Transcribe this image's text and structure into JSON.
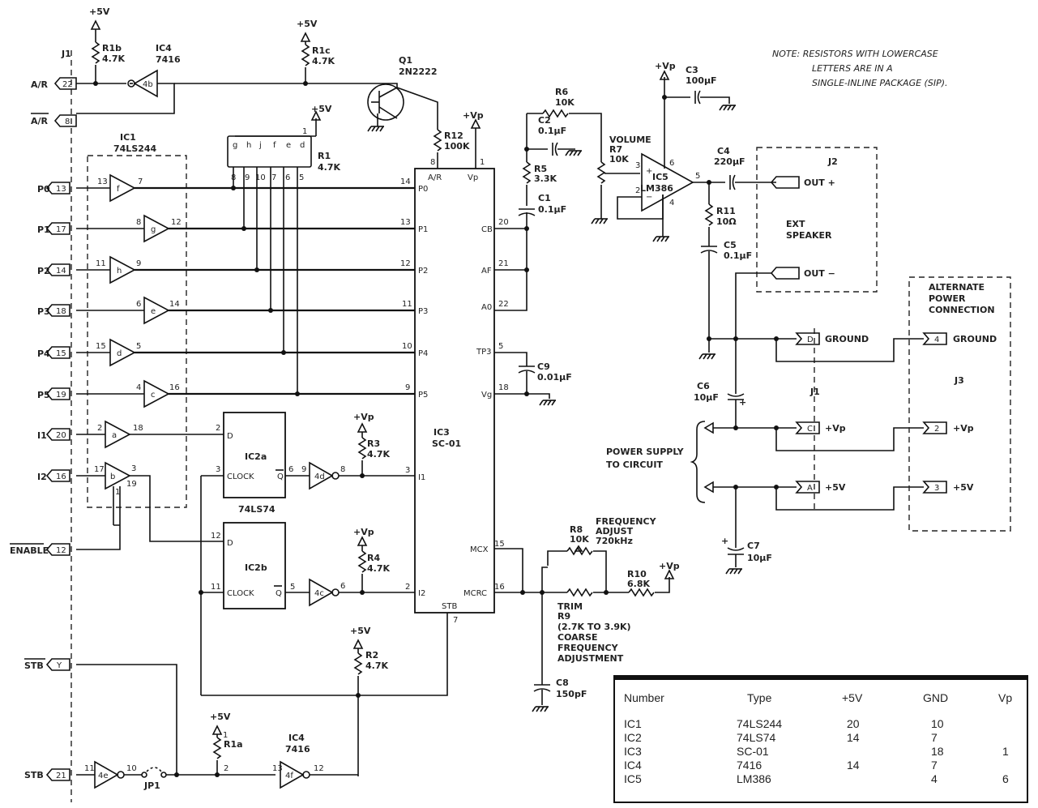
{
  "note": [
    "NOTE: RESISTORS WITH LOWERCASE",
    "LETTERS ARE IN A",
    "SINGLE-INLINE PACKAGE (SIP)."
  ],
  "connectors": {
    "j1": "J1",
    "ar": "A/R",
    "ar_bar": "A/R",
    "p0": "P0",
    "p1": "P1",
    "p2": "P2",
    "p3": "P3",
    "p4": "P4",
    "p5": "P5",
    "i1": "I1",
    "i2": "I2",
    "enable": "ENABLE",
    "stb_bar": "STB",
    "stb": "STB",
    "pins": [
      "22",
      "8",
      "13",
      "17",
      "14",
      "18",
      "15",
      "19",
      "20",
      "16",
      "12",
      "Y",
      "21"
    ]
  },
  "ic1": {
    "name": "IC1",
    "part": "74LS244",
    "gates": [
      "f",
      "g",
      "h",
      "e",
      "d",
      "c",
      "a",
      "b"
    ]
  },
  "ic2": {
    "a": "IC2a",
    "b": "IC2b",
    "part": "74LS74",
    "d": "D",
    "clock": "CLOCK",
    "q": "Q"
  },
  "ic3": {
    "name": "IC3",
    "part": "SC-01",
    "left_pins": [
      "P0",
      "P1",
      "P2",
      "P3",
      "P4",
      "P5",
      "I1",
      "I2"
    ],
    "right_pins": [
      "CB",
      "AF",
      "A0",
      "TP3",
      "Vg",
      "MCX",
      "MCRC"
    ],
    "top_pins": [
      "A/R",
      "Vp"
    ],
    "bottom_pin": "STB"
  },
  "ic4": {
    "name": "IC4",
    "part": "7416"
  },
  "ic5": {
    "name": "IC5",
    "part": "LM386"
  },
  "q1": {
    "name": "Q1",
    "part": "2N2222"
  },
  "resistors": {
    "r1b": [
      "R1b",
      "4.7K"
    ],
    "r1c": [
      "R1c",
      "4.7K"
    ],
    "r1": [
      "R1",
      "4.7K"
    ],
    "r12": [
      "R12",
      "100K"
    ],
    "r6": [
      "R6",
      "10K"
    ],
    "r5": [
      "R5",
      "3.3K"
    ],
    "r7": [
      "R7",
      "10K"
    ],
    "r11": [
      "R11",
      "10Ω"
    ],
    "r3": [
      "R3",
      "4.7K"
    ],
    "r4": [
      "R4",
      "4.7K"
    ],
    "r2": [
      "R2",
      "4.7K"
    ],
    "r1a": [
      "R1a"
    ],
    "r8": [
      "R8",
      "10K"
    ],
    "r10": [
      "R10",
      "6.8K"
    ]
  },
  "capacitors": {
    "c1": [
      "C1",
      "0.1µF"
    ],
    "c2": [
      "C2",
      "0.1µF"
    ],
    "c3": [
      "C3",
      "100µF"
    ],
    "c4": [
      "C4",
      "220µF"
    ],
    "c5": [
      "C5",
      "0.1µF"
    ],
    "c6": [
      "C6",
      "10µF"
    ],
    "c7": [
      "C7",
      "10µF"
    ],
    "c8": [
      "C8",
      "150pF"
    ],
    "c9": [
      "C9",
      "0.01µF"
    ]
  },
  "labels": {
    "plus5v": "+5V",
    "vp": "+Vp",
    "volume": "VOLUME",
    "freq_adjust": [
      "FREQUENCY",
      "ADJUST",
      "720kHz"
    ],
    "trim": [
      "TRIM",
      "R9",
      "(2.7K TO 3.9K)",
      "COARSE",
      "FREQUENCY",
      "ADJUSTMENT"
    ],
    "jp1": "JP1",
    "power_supply": [
      "POWER SUPPLY",
      "TO CIRCUIT"
    ],
    "j2": "J2",
    "j3": "J3",
    "out_plus": "OUT +",
    "out_minus": "OUT −",
    "ext_speaker": [
      "EXT",
      "SPEAKER"
    ],
    "alt_power": [
      "ALTERNATE",
      "POWER",
      "CONNECTION"
    ],
    "ground": "GROUND",
    "vp_short": "+Vp",
    "five_v": "+5V"
  },
  "table": {
    "headers": [
      "Number",
      "Type",
      "+5V",
      "GND",
      "Vp"
    ],
    "rows": [
      [
        "IC1",
        "74LS244",
        "20",
        "10",
        ""
      ],
      [
        "IC2",
        "74LS74",
        "14",
        "7",
        ""
      ],
      [
        "IC3",
        "SC-01",
        "",
        "18",
        "1"
      ],
      [
        "IC4",
        "7416",
        "14",
        "7",
        ""
      ],
      [
        "IC5",
        "LM386",
        "",
        "4",
        "6"
      ]
    ]
  }
}
